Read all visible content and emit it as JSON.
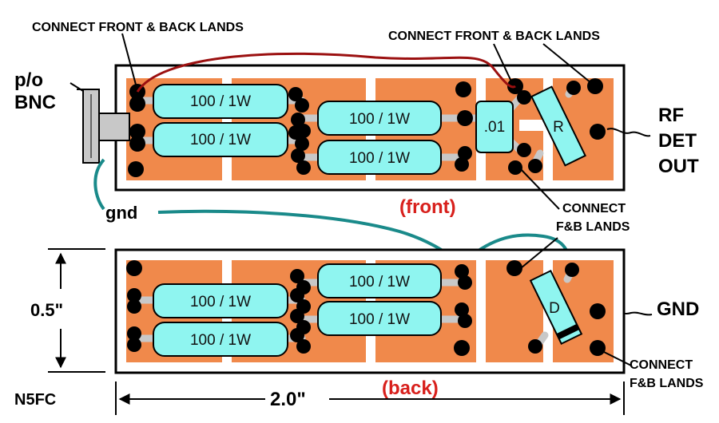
{
  "labels": {
    "connect_front_back_left": "CONNECT FRONT & BACK LANDS",
    "connect_front_back_right": "CONNECT FRONT & BACK LANDS",
    "po": "p/o",
    "bnc": "BNC",
    "gnd_wire": "gnd",
    "front": "(front)",
    "back": "(back)",
    "connect_fb_1a": "CONNECT",
    "connect_fb_1b": "F&B LANDS",
    "connect_fb_2a": "CONNECT",
    "connect_fb_2b": "F&B LANDS",
    "rf": "RF",
    "det": "DET",
    "out": "OUT",
    "gnd_out": "GND",
    "height": "0.5\"",
    "width": "2.0\"",
    "author": "N5FC"
  },
  "components": {
    "resistor_label": "100 / 1W",
    "capacitor_label": ".01",
    "detector_resistor_label": "R",
    "diode_label": "D"
  },
  "colors": {
    "land": "#f0894b",
    "component": "#8ff5f0",
    "pad": "#000000",
    "lead": "#c8c8c8",
    "red_wire": "#9b1010",
    "ground_wire": "#1a8a8a",
    "caption": "#d8201c"
  }
}
